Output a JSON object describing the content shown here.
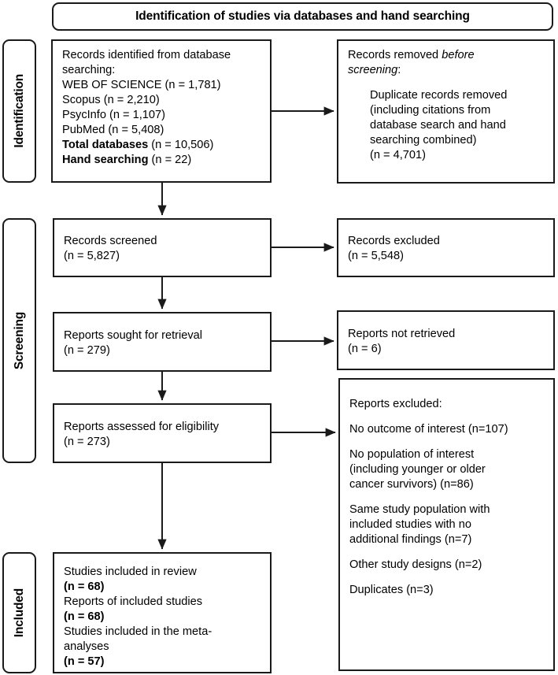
{
  "header": {
    "title": "Identification of studies via databases and hand searching"
  },
  "stages": [
    {
      "key": "identification",
      "label": "Identification"
    },
    {
      "key": "screening",
      "label": "Screening"
    },
    {
      "key": "included",
      "label": "Included"
    }
  ],
  "boxes": {
    "records_identified": {
      "line1": "Records identified from database",
      "line2": "searching:",
      "line3": "WEB OF SCIENCE (n = 1,781)",
      "line4": "Scopus (n = 2,210)",
      "line5": "PsycInfo (n = 1,107)",
      "line6": "PubMed (n = 5,408)",
      "line7_label": "Total databases",
      "line7_value": " (n = 10,506)",
      "line8_label": "Hand searching",
      "line8_value": " (n = 22)"
    },
    "records_removed": {
      "line1_plain": "Records removed ",
      "line1_italic": "before",
      "line2_italic": "screening",
      "line2_plain": ":",
      "indent1": "Duplicate records removed",
      "indent2": "(including citations from",
      "indent3": "database search and hand",
      "indent4": "searching combined)",
      "indent5": "(n = 4,701)"
    },
    "records_screened": {
      "line1": "Records screened",
      "line2": "(n = 5,827)"
    },
    "records_excluded": {
      "line1": "Records excluded",
      "line2": "(n = 5,548)"
    },
    "reports_sought": {
      "line1": "Reports sought for retrieval",
      "line2": "(n = 279)"
    },
    "reports_not_retrieved": {
      "line1": "Reports not retrieved",
      "line2": "(n = 6)"
    },
    "reports_assessed": {
      "line1": "Reports assessed for eligibility",
      "line2": "(n = 273)"
    },
    "reports_excluded": {
      "heading": "Reports excluded:",
      "reason1": "No outcome of interest (n=107)",
      "reason2_line1": "No population of interest",
      "reason2_line2": "(including younger or older",
      "reason2_line3": "cancer survivors) (n=86)",
      "reason3_line1": "Same study population with",
      "reason3_line2": "included studies with no",
      "reason3_line3": "additional findings (n=7)",
      "reason4": "Other study designs (n=2)",
      "reason5": "Duplicates (n=3)"
    },
    "studies_included": {
      "line1": "Studies included in review",
      "line2": "(n = 68)",
      "line3": "Reports of included studies",
      "line4": "(n = 68)",
      "line5": "Studies included in the meta-",
      "line6": "analyses",
      "line7": "(n = 57)"
    }
  },
  "colors": {
    "stroke": "#1a1a1a",
    "background": "#ffffff",
    "text": "#000000"
  }
}
